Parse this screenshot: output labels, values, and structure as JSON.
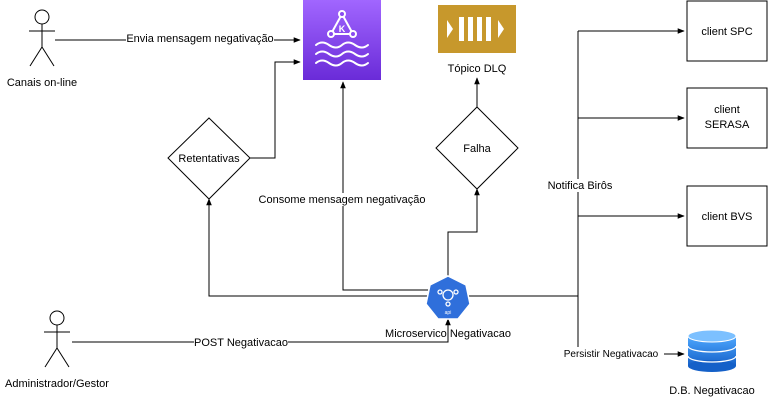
{
  "actors": {
    "channels": "Canais on-line",
    "admin": "Administrador/Gestor"
  },
  "nodes": {
    "dlq_topic": "Tópico DLQ",
    "retries": "Retentativas",
    "failure": "Falha",
    "microservice": "Microservico Negativacao",
    "microservice_icon_text": "api",
    "kafka_icon_text": "K",
    "client_spc": "client SPC",
    "client_serasa_line1": "client",
    "client_serasa_line2": "SERASA",
    "client_bvs": "client BVS",
    "database": "D.B. Negativacao"
  },
  "edges": {
    "send_message": "Envia mensagem negativação",
    "consume_message": "Consome mensagem negativação",
    "post": "POST Negativacao",
    "notify": "Notifica Birôs",
    "persist": "Persistir Negativacao"
  },
  "colors": {
    "kafka_top": "#A166FF",
    "kafka_bottom": "#6A2BD8",
    "dlq": "#C7982C",
    "api": "#2F6FDB",
    "db": "#1F7FE6"
  }
}
